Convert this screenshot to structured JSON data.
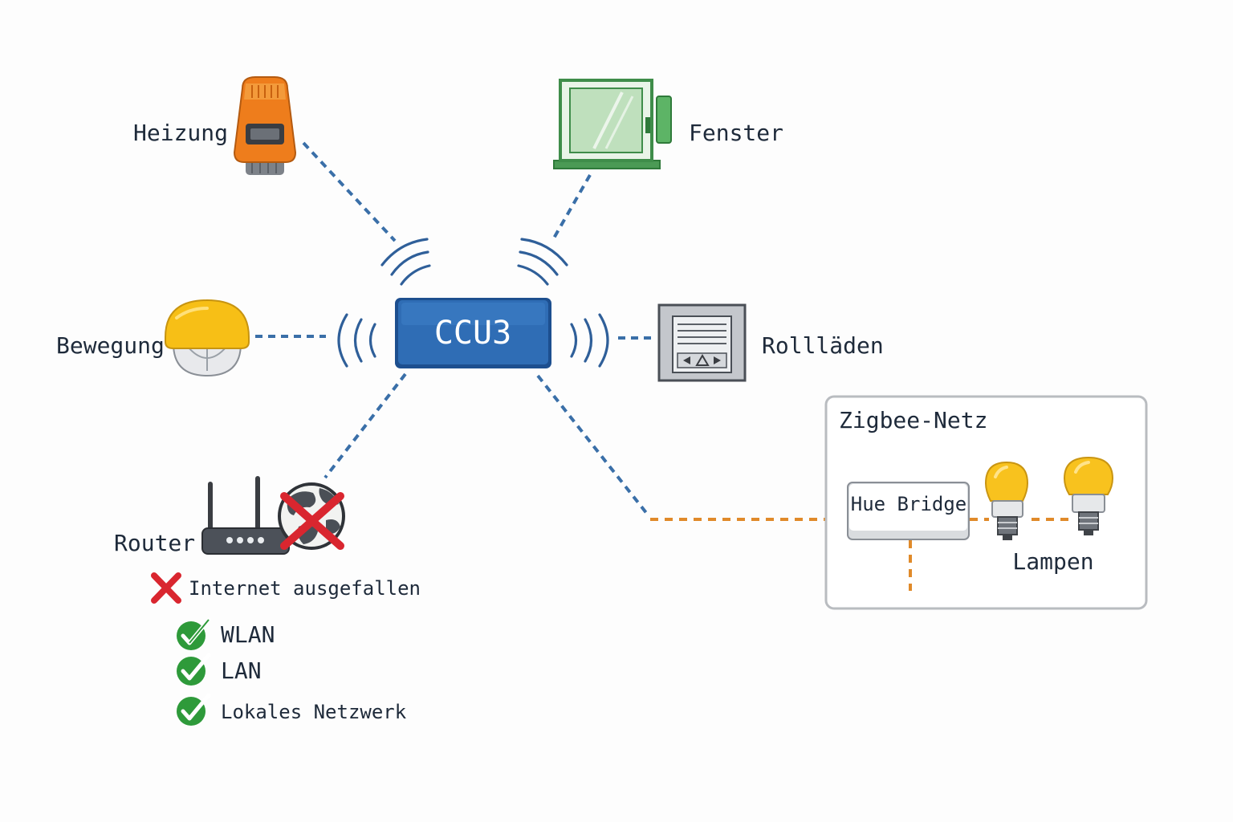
{
  "hub": {
    "label": "CCU3"
  },
  "devices": {
    "heizung": "Heizung",
    "fenster": "Fenster",
    "bewegung": "Bewegung",
    "rolllaeden": "Rollläden",
    "router": "Router"
  },
  "status": {
    "failed": "Internet ausgefallen",
    "ok_items": [
      "WLAN",
      "LAN",
      "Lokales Netzwerk"
    ]
  },
  "zigbee": {
    "title": "Zigbee-Netz",
    "bridge": "Hue Bridge",
    "lamps": "Lampen"
  },
  "colors": {
    "hub": "#2f6db5",
    "link_blue": "#3a6fa8",
    "link_orange": "#e08a2a",
    "ok": "#2e9a3a",
    "fail": "#d9262f"
  },
  "icons": [
    "thermostat-icon",
    "window-sensor-icon",
    "motion-sensor-icon",
    "shutter-control-icon",
    "router-icon",
    "globe-crossed-icon",
    "light-bulb-icon",
    "check-icon",
    "cross-icon"
  ]
}
